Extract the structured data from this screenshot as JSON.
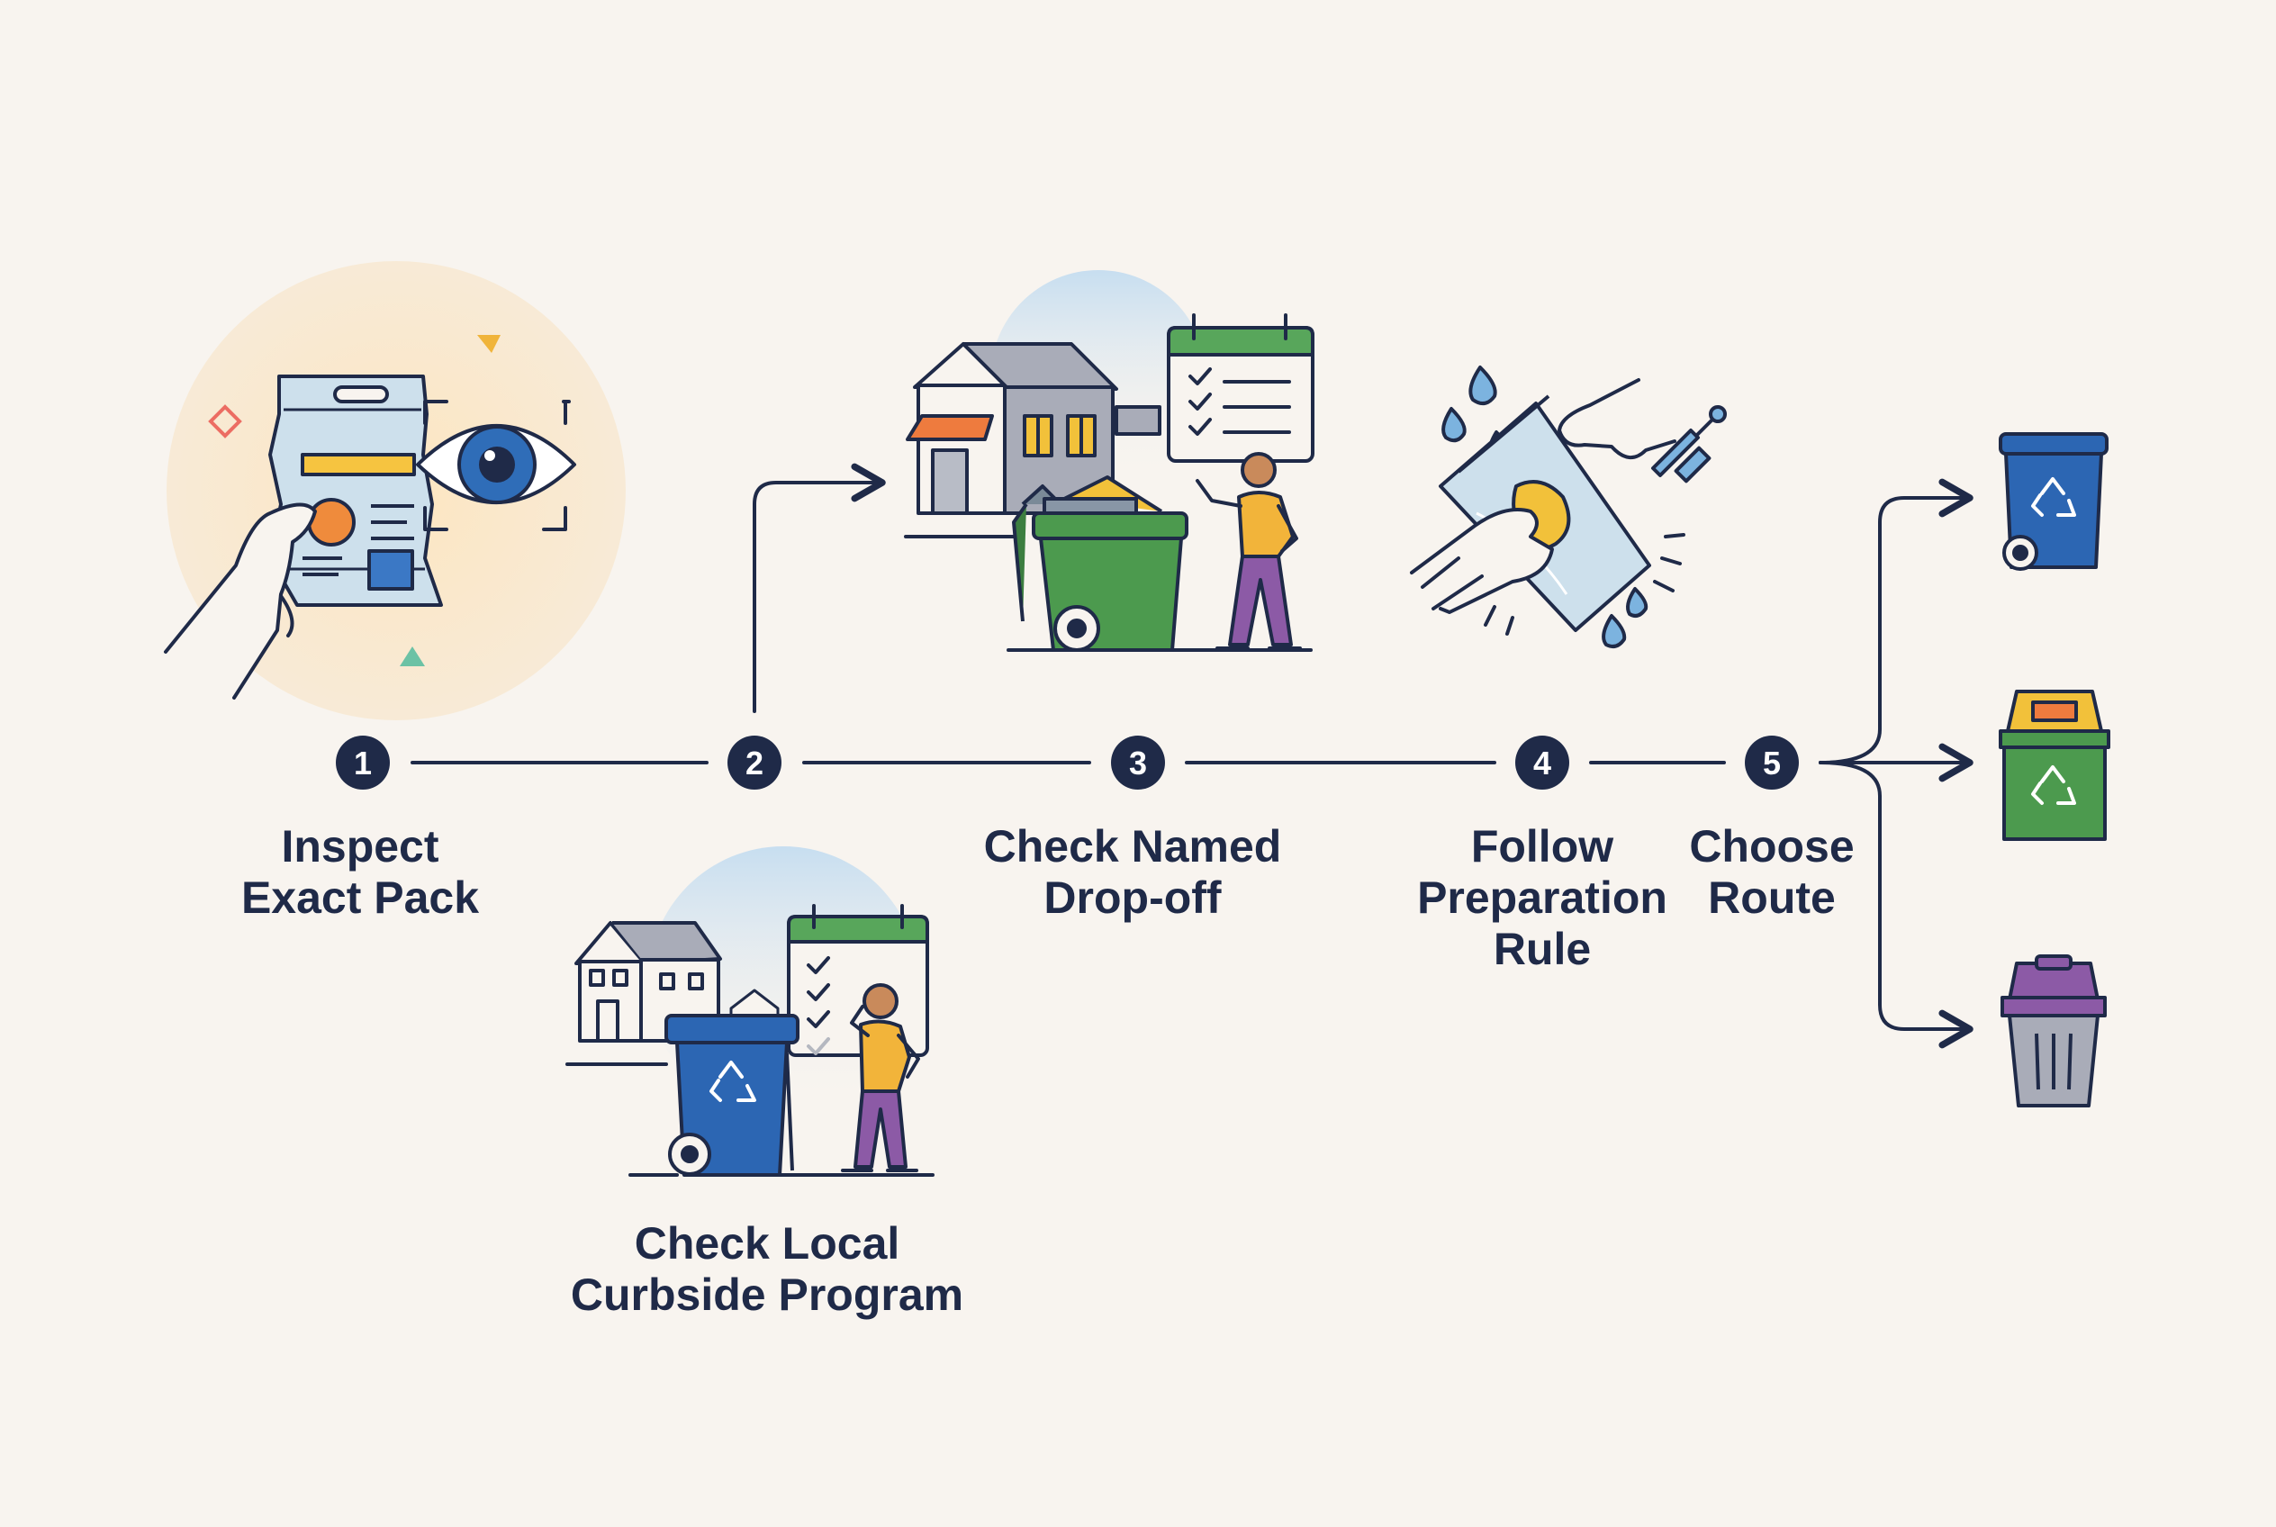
{
  "steps": [
    {
      "number": "1",
      "label_lines": [
        "Inspect",
        "Exact Pack"
      ]
    },
    {
      "number": "2",
      "label_lines": [
        "Check Local",
        "Curbside Program"
      ]
    },
    {
      "number": "3",
      "label_lines": [
        "Check Named",
        "Drop-off"
      ]
    },
    {
      "number": "4",
      "label_lines": [
        "Follow",
        "Preparation",
        "Rule"
      ]
    },
    {
      "number": "5",
      "label_lines": [
        "Choose",
        "Route"
      ]
    }
  ],
  "routes": [
    {
      "icon": "blue-recycling-bin-icon",
      "color": "#2c66b3"
    },
    {
      "icon": "green-recycling-bin-icon",
      "color": "#4c9a4e"
    },
    {
      "icon": "purple-trash-can-icon",
      "color": "#8c5aa6"
    }
  ],
  "colors": {
    "background": "#f8f4ef",
    "ink": "#1f2a48",
    "accent_blue": "#2c66b3",
    "accent_green": "#4c9a4e",
    "accent_yellow": "#f2c13a",
    "accent_purple": "#8c5aa6",
    "accent_orange": "#ee7b3e"
  }
}
